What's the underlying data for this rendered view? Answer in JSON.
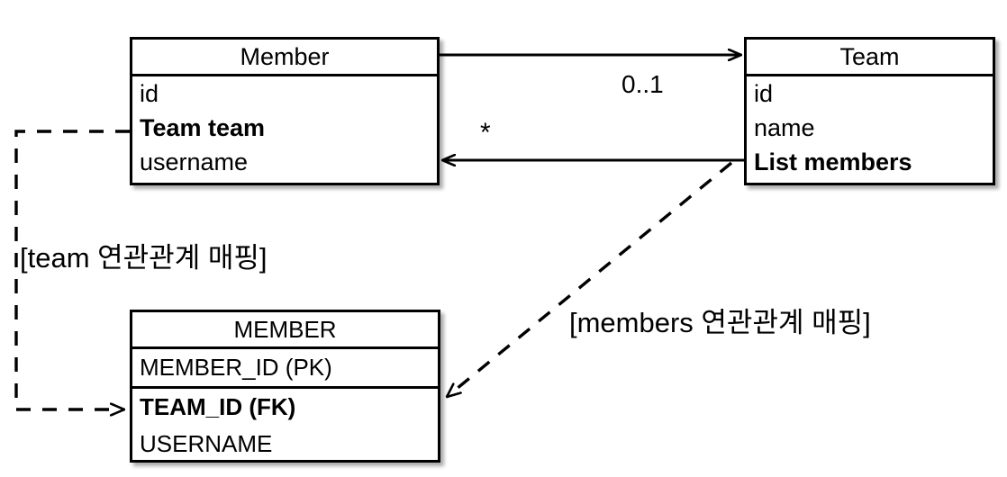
{
  "diagram": {
    "type": "uml-class-and-table-mapping",
    "background_color": "#ffffff",
    "line_color": "#000000"
  },
  "classes": [
    {
      "id": "member-class",
      "title": "Member",
      "fields": [
        {
          "label": "id",
          "bold": false
        },
        {
          "label": "Team team",
          "bold": true
        },
        {
          "label": "username",
          "bold": false
        }
      ]
    },
    {
      "id": "team-class",
      "title": "Team",
      "fields": [
        {
          "label": "id",
          "bold": false
        },
        {
          "label": "name",
          "bold": false
        },
        {
          "label": "List members",
          "bold": true
        }
      ]
    }
  ],
  "tables": [
    {
      "id": "member-table",
      "title": "MEMBER",
      "columns": [
        {
          "label": "MEMBER_ID (PK)",
          "bold": false
        },
        {
          "label": "TEAM_ID (FK)",
          "bold": true
        },
        {
          "label": "USERNAME",
          "bold": false
        }
      ]
    }
  ],
  "edges": {
    "member_to_team_multiplicity": "0..1",
    "team_to_member_multiplicity": "*"
  },
  "annotations": {
    "team_mapping": "[team 연관관계 매핑]",
    "members_mapping": "[members 연관관계 매핑]"
  }
}
